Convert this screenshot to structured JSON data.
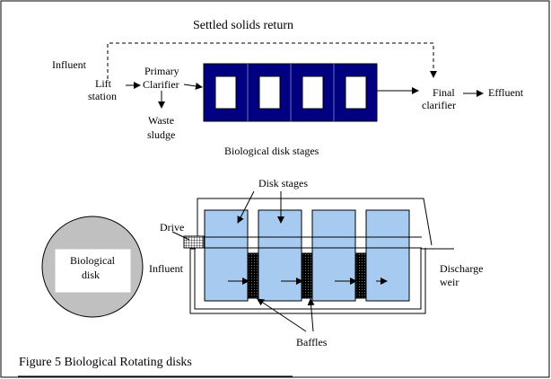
{
  "labels": {
    "settled_return": "Settled solids return",
    "influent_top": "Influent",
    "lift": "Lift",
    "station": "station",
    "primary": "Primary",
    "clarifier": "Clarifier",
    "waste": "Waste",
    "sludge": "sludge",
    "final": "Final",
    "final_clarifier": "clarifier",
    "effluent": "Effluent",
    "bio_stages": "Biological disk stages",
    "disk_stages": "Disk stages",
    "drive": "Drive",
    "bio": "Biological",
    "disk": "disk",
    "influent_bottom": "Influent",
    "discharge": "Discharge",
    "weir": "weir",
    "baffles": "Baffles",
    "figure": "Figure 5 Biological Rotating disks"
  },
  "colors": {
    "stage_fill": "#000080",
    "disk_fill": "#a6caf0",
    "circle_fill": "#c0c0c0"
  }
}
